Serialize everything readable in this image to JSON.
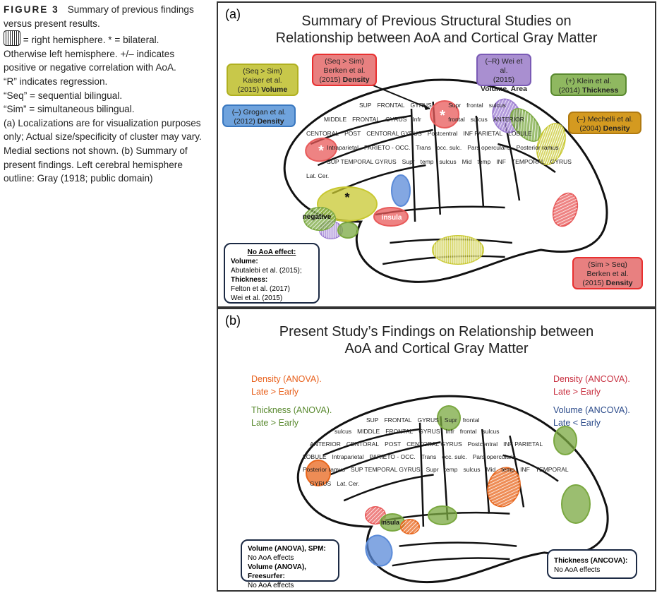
{
  "caption": {
    "figure_label": "FIGURE 3",
    "lines": [
      "Summary of previous findings versus present results.",
      "= right hemisphere. * = bilateral.",
      "Otherwise left hemisphere. +/– indicates positive or negative correlation with AoA.",
      "“R” indicates regression.",
      "“Seq” = sequential bilingual.",
      "“Sim” = simultaneous bilingual.",
      "(a) Localizations are for visualization purposes only; Actual size/specificity of cluster may vary. Medial sections not shown. (b) Summary of present findings. Left cerebral hemisphere outline: Gray (1918; public domain)"
    ]
  },
  "panel_a": {
    "label": "(a)",
    "title_line1": "Summary of Previous Structural Studies on",
    "title_line2": "Relationship between AoA and Cortical Gray Matter",
    "boxes": [
      {
        "pre": "(Seq > Sim)",
        "mid": "Kaiser et al.",
        "year": "(2015)",
        "bold": "Volume",
        "color": "#c8c84a",
        "border": "#b0b020"
      },
      {
        "pre": "(Seq > Sim)",
        "mid": "Berken et al.",
        "year": "(2015)",
        "bold": "Density",
        "color": "#e88080",
        "border": "#e83030"
      },
      {
        "pre": "(–R) Wei et al.",
        "mid": "(2015)",
        "year": "",
        "bold": "Volume, Area",
        "color": "#a98fd0",
        "border": "#7a5ab5"
      },
      {
        "pre": "(+) Klein et al.",
        "mid": "",
        "year": "(2014)",
        "bold": "Thickness",
        "color": "#8fb860",
        "border": "#5a8a30"
      },
      {
        "pre": "(–) Grogan et al.",
        "mid": "",
        "year": "(2012)",
        "bold": "Density",
        "color": "#6fa3dd",
        "border": "#3a78c0"
      },
      {
        "pre": "(–) Mechelli et al.",
        "mid": "",
        "year": "(2004)",
        "bold": "Density",
        "color": "#d49a20",
        "border": "#b07a10"
      },
      {
        "pre": "(Sim > Seq)",
        "mid": "Berken et al.",
        "year": "(2015)",
        "bold": "Density",
        "color": "#e88080",
        "border": "#e83030"
      }
    ],
    "no_effect": {
      "title": "No AoA effect:",
      "volume_label": "Volume:",
      "volume_refs": "Abutalebi et al. (2015);",
      "thickness_label": "Thickness:",
      "thickness_refs": [
        "Felton et al. (2017)",
        "Wei et al. (2015)"
      ]
    },
    "region_texts": {
      "negative": "negative",
      "insula": "insula",
      "star": "*"
    }
  },
  "panel_b": {
    "label": "(b)",
    "title_line1": "Present Study’s Findings on Relationship between",
    "title_line2": "AoA and Cortical Gray Matter",
    "findings": [
      {
        "l1": "Density (ANOVA).",
        "l2": "Late > Early",
        "color": "#e8601c"
      },
      {
        "l1": "Thickness (ANOVA).",
        "l2": "Late > Early",
        "color": "#5a8a30"
      },
      {
        "l1": "Density (ANCOVA).",
        "l2": "Late > Early",
        "color": "#c83040"
      },
      {
        "l1": "Volume (ANCOVA).",
        "l2": "Late < Early",
        "color": "#2a4a8a"
      }
    ],
    "note_left": {
      "l1": "Volume (ANOVA), SPM:",
      "l2": "No AoA effects",
      "l3": "Volume (ANOVA), Freesurfer:",
      "l4": "No AoA effects"
    },
    "note_right": {
      "l1": "Thickness (ANCOVA):",
      "l2": "No AoA effects"
    },
    "region_texts": {
      "insula": "insula"
    }
  },
  "brain_labels": [
    "SUP",
    "FRONTAL",
    "GYRUS",
    "Supr",
    "frontal",
    "sulcus",
    "MIDDLE",
    "FRONTAL",
    "GYRUS",
    "Infr",
    "frontal",
    "sulcus",
    "ANTERIOR",
    "CENTORAL",
    "POST",
    "CENTORAL GYRUS",
    "Postcentral",
    "INF PARIETAL",
    "LOBULE",
    "Intraparietal",
    "PARIETO - OCC.",
    "Trans",
    "occ. sulc.",
    "Pars opercularis",
    "Posterior ramus",
    "SUP TEMPORAL GYRUS",
    "Supr",
    "temp",
    "sulcus",
    "Mid",
    "temp",
    "INF",
    "TEMPORAL",
    "GYRUS",
    "Lat. Cer."
  ],
  "colors": {
    "red": "#e85a5a",
    "green": "#7aa840",
    "yellow": "#c8c830",
    "purple": "#9a7ad0",
    "blue": "#5a8ad8",
    "orange": "#e8661c"
  }
}
